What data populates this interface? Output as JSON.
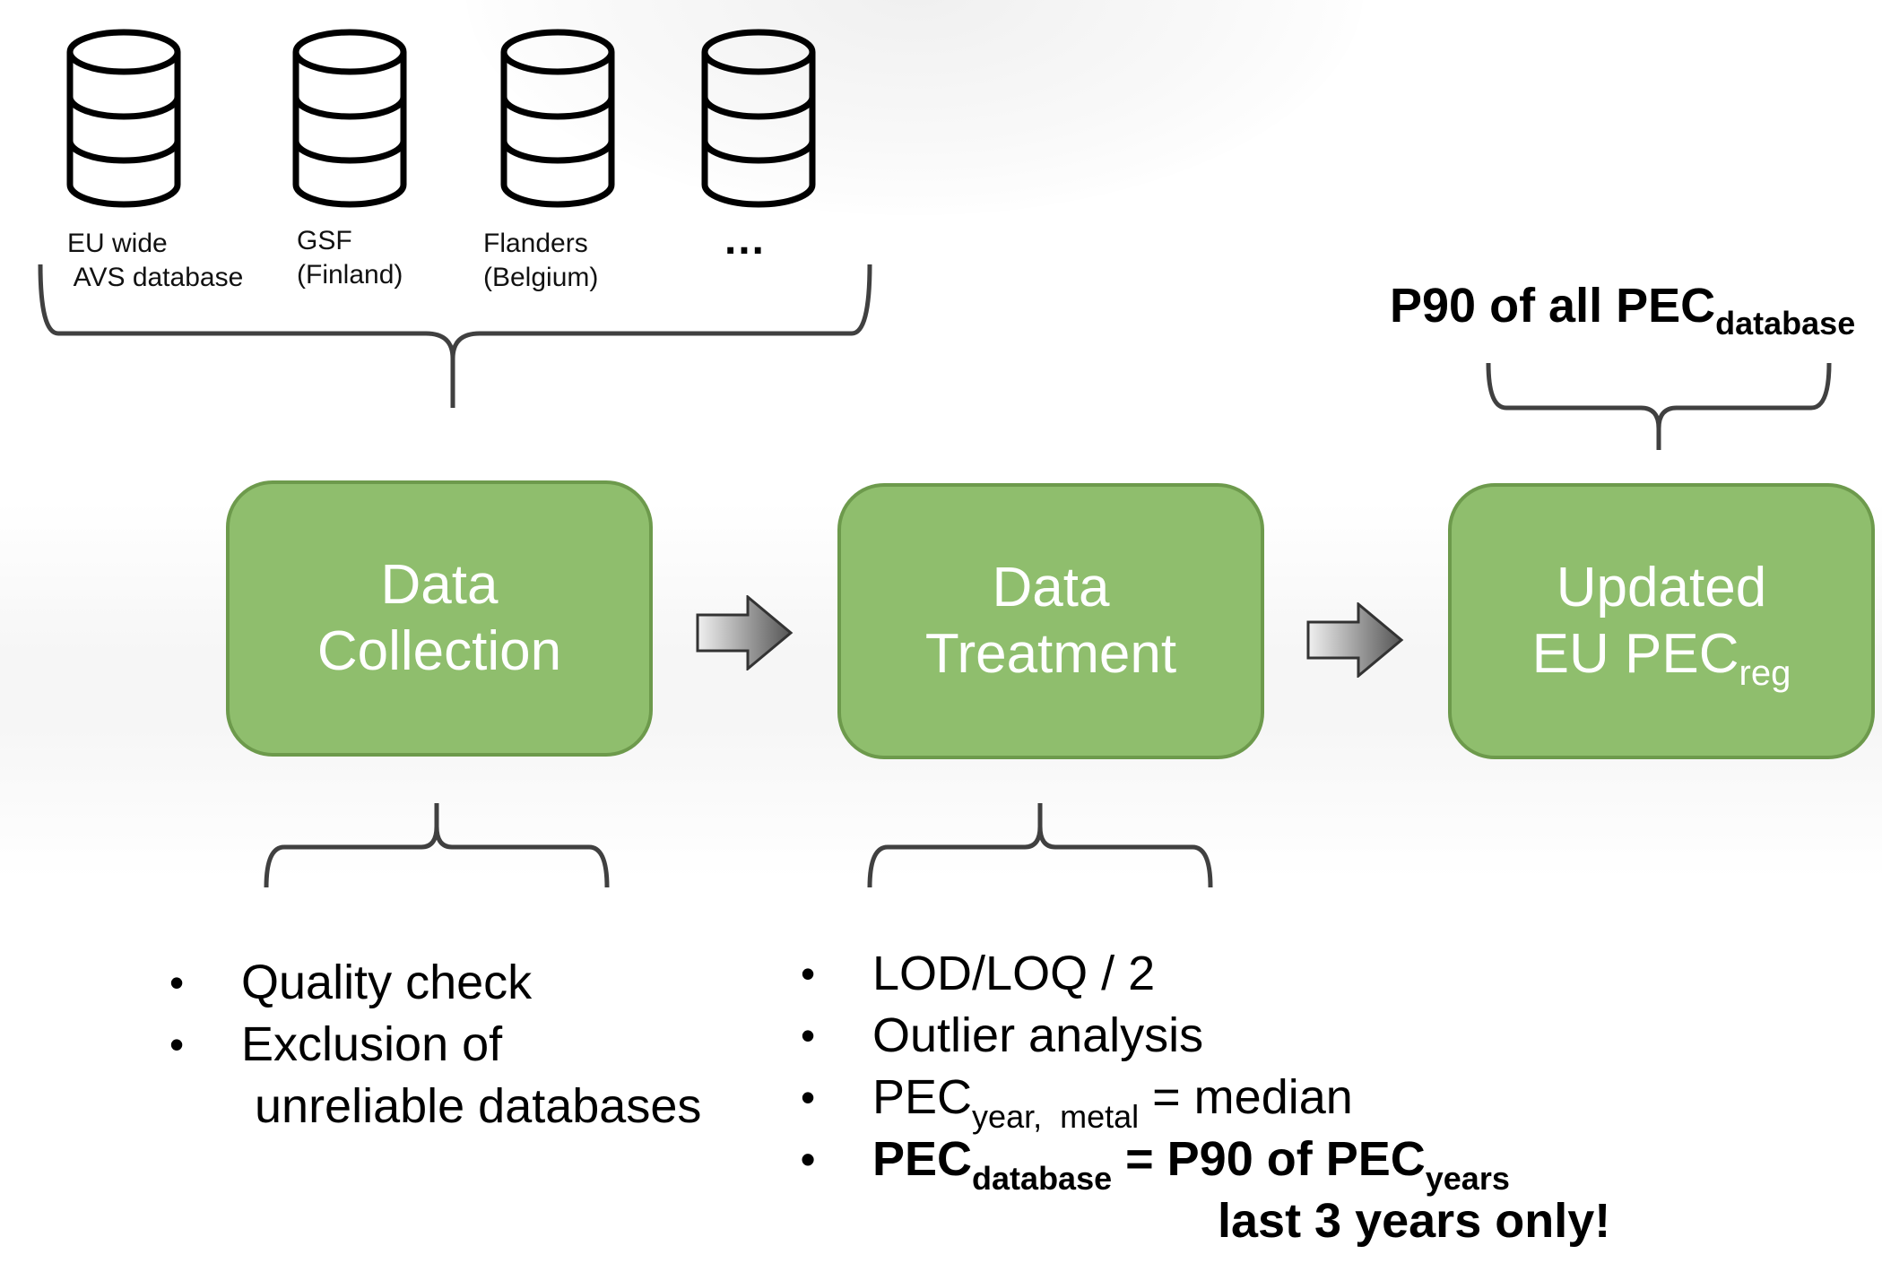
{
  "sources": [
    {
      "id": "avs",
      "icon": "database-icon",
      "label": "EU wide\n AVS database"
    },
    {
      "id": "gsf",
      "icon": "database-icon",
      "label": "GSF\n(Finland)"
    },
    {
      "id": "flanders",
      "icon": "database-icon",
      "label": "Flanders\n(Belgium)"
    },
    {
      "id": "more",
      "icon": "database-icon",
      "label": ""
    }
  ],
  "ellipsis": "…",
  "stages": [
    {
      "line1": "Data",
      "line2": "Collection",
      "line2_sub": ""
    },
    {
      "line1": "Data",
      "line2": "Treatment",
      "line2_sub": ""
    },
    {
      "line1": "Updated",
      "line2": "EU PEC",
      "line2_sub": "reg"
    }
  ],
  "output_label": {
    "text": "P90 of all PEC",
    "sub": "database"
  },
  "collection_steps": {
    "item1": "Quality check",
    "item2_line1": "Exclusion of",
    "item2_line2": " unreliable databases"
  },
  "treatment_steps": {
    "item1": "LOD/LOQ / 2",
    "item2": "Outlier analysis",
    "item3_pre": "PEC",
    "item3_sub": "year,  metal",
    "item3_post": " = median",
    "item4_pre": "PEC",
    "item4_sub1": "database",
    "item4_mid": " = P90 of PEC",
    "item4_sub2": "years",
    "item4_line2": "last 3 years only!"
  },
  "colors": {
    "box_fill": "#8fbe6d",
    "box_border": "#6d9a4c",
    "bracket": "#404040",
    "arrow_start": "#f0f0f0",
    "arrow_end": "#555555"
  }
}
